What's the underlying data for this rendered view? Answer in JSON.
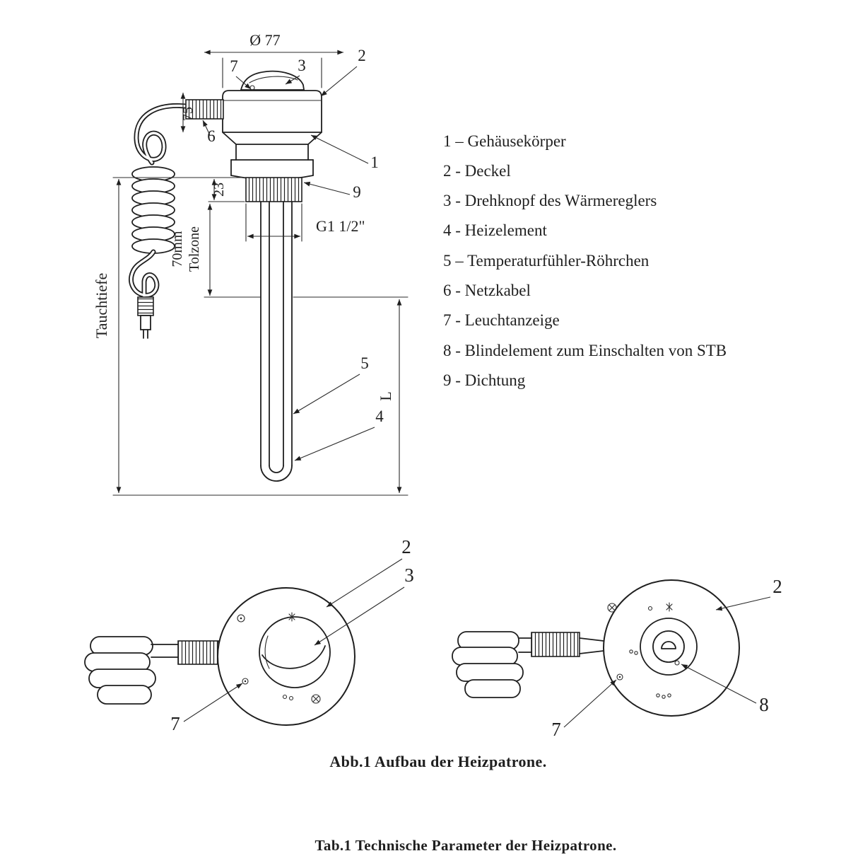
{
  "style": {
    "ink": "#1f1f1f",
    "paper": "#ffffff"
  },
  "drawing": {
    "dims": {
      "diameter": "Ø 77",
      "cap_height": "75",
      "thread_height": "23",
      "tolerance_mm": "70mm",
      "tolerance_label": "Tolzone",
      "thread_size": "G1 1/2\"",
      "immersion_depth": "Tauchtiefe",
      "element_length": "L"
    },
    "callouts": {
      "housing": "1",
      "cover": "2",
      "knob": "3",
      "element": "4",
      "sensor": "5",
      "cable": "6",
      "lamp": "7",
      "blind": "8",
      "seal": "9"
    }
  },
  "legend": {
    "items": [
      {
        "text": "1 – Gehäusekörper"
      },
      {
        "text": "2 - Deckel"
      },
      {
        "text": "3 - Drehknopf des Wärmereglers"
      },
      {
        "text": "4 - Heizelement"
      },
      {
        "text": "5 – Temperaturfühler-Röhrchen"
      },
      {
        "text": "6 - Netzkabel"
      },
      {
        "text": "7 - Leuchtanzeige"
      },
      {
        "text": "8 - Blindelement zum Einschalten von STB"
      },
      {
        "text": "9 - Dichtung"
      }
    ]
  },
  "views": {
    "left": {
      "callout_cover": "2",
      "callout_knob": "3",
      "callout_lamp": "7"
    },
    "right": {
      "callout_cover": "2",
      "callout_blind": "8",
      "callout_lamp": "7"
    }
  },
  "captions": {
    "figure": "Abb.1 Aufbau der Heizpatrone.",
    "table": "Tab.1 Technische Parameter der Heizpatrone."
  }
}
